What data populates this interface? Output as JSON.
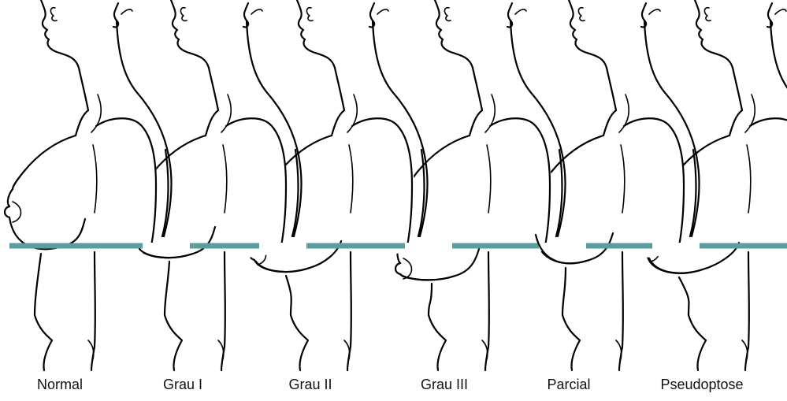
{
  "figure": {
    "reference_line_color": "#5c9e9e",
    "stages": [
      {
        "label": "Normal"
      },
      {
        "label": "Grau I"
      },
      {
        "label": "Grau II"
      },
      {
        "label": "Grau III"
      },
      {
        "label": "Parcial"
      },
      {
        "label": "Pseudoptose"
      }
    ]
  }
}
